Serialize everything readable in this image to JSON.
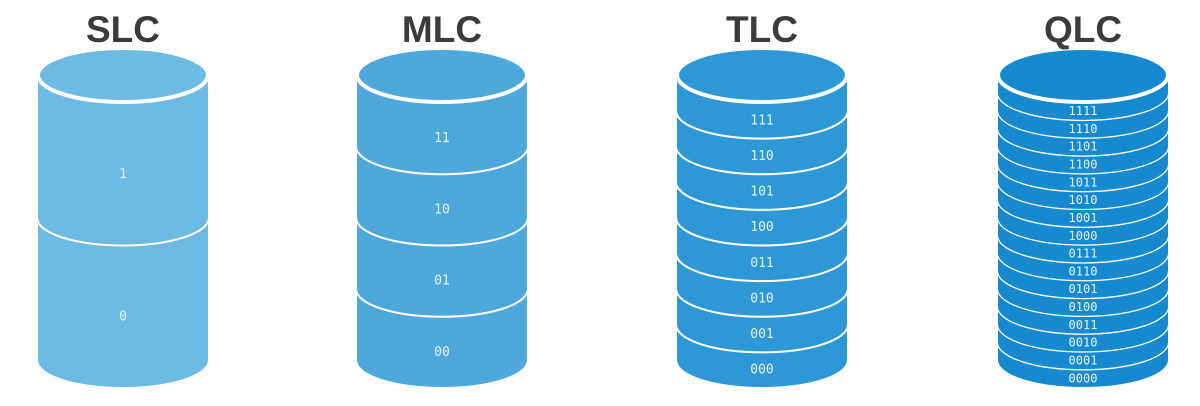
{
  "columns": [
    {
      "title": "SLC",
      "color": "#6dbae4",
      "labels": [
        "1",
        "0"
      ]
    },
    {
      "title": "MLC",
      "color": "#4ea8dc",
      "labels": [
        "11",
        "10",
        "01",
        "00"
      ]
    },
    {
      "title": "TLC",
      "color": "#2e97d6",
      "labels": [
        "111",
        "110",
        "101",
        "100",
        "011",
        "010",
        "001",
        "000"
      ]
    },
    {
      "title": "QLC",
      "color": "#1689cf",
      "labels": [
        "1111",
        "1110",
        "1101",
        "1100",
        "1011",
        "1010",
        "1001",
        "1000",
        "0111",
        "0110",
        "0101",
        "0100",
        "0011",
        "0010",
        "0001",
        "0000"
      ]
    }
  ]
}
